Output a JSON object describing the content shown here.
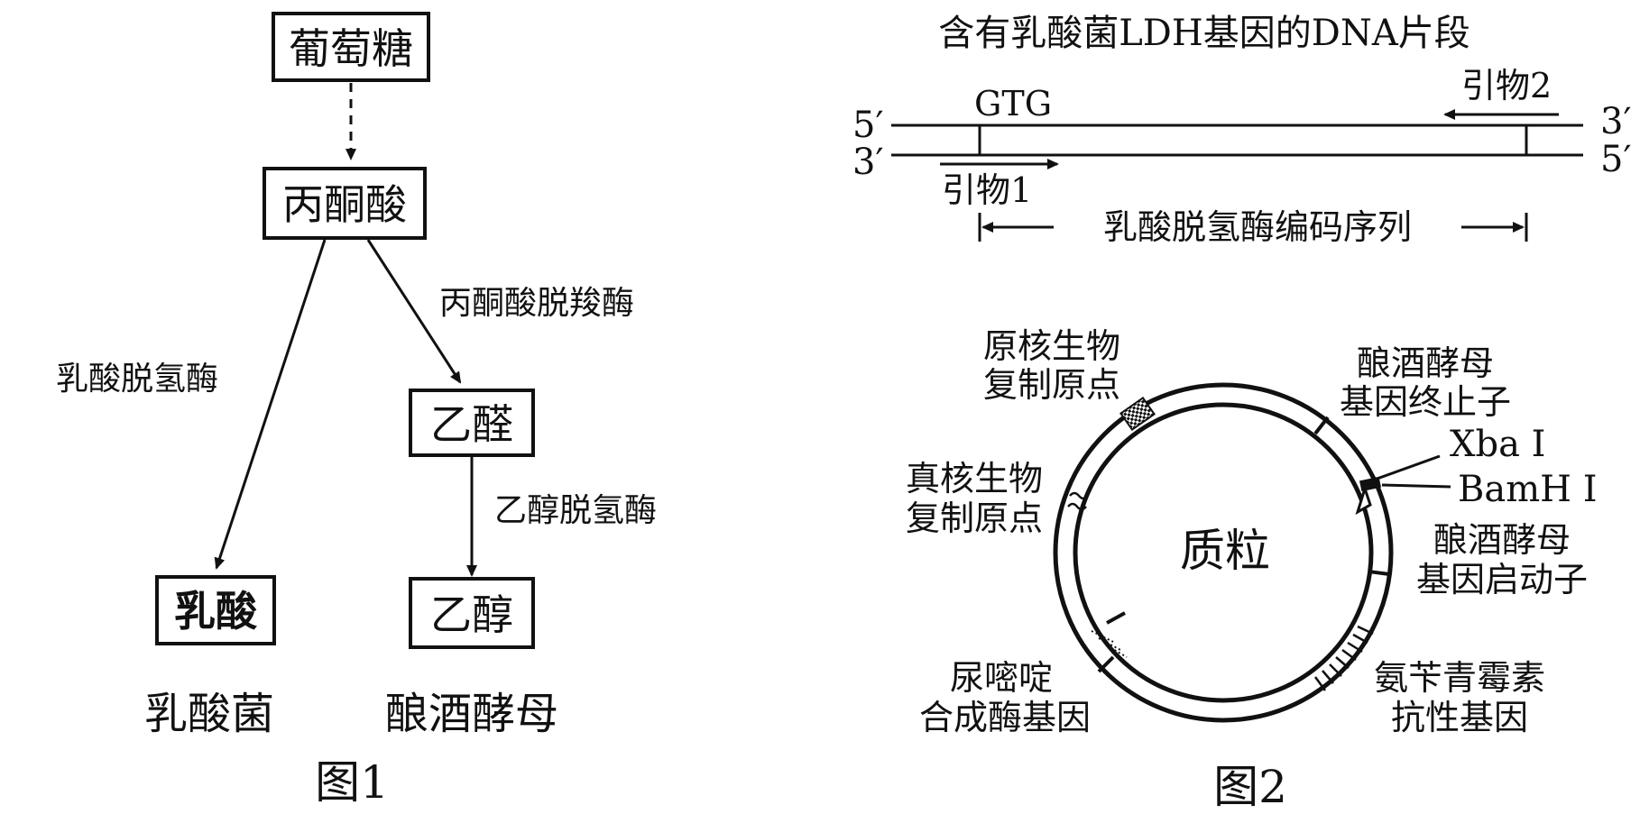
{
  "fig1": {
    "glucose": "葡萄糖",
    "pyruvate": "丙酮酸",
    "acetaldehyde": "乙醛",
    "lactic_acid": "乳酸",
    "ethanol": "乙醇",
    "enzyme_ldh": "乳酸脱氢酶",
    "enzyme_pdc": "丙酮酸脱羧酶",
    "enzyme_adh": "乙醇脱氢酶",
    "organism_left": "乳酸菌",
    "organism_right": "酿酒酵母",
    "caption": "图1"
  },
  "fig2": {
    "title": "含有乳酸菌LDH基因的DNA片段",
    "five_prime": "5′",
    "three_prime": "3′",
    "start_codon": "GTG",
    "primer1": "引物1",
    "primer2": "引物2",
    "coding_seq": "乳酸脱氢酶编码序列",
    "plasmid": "质粒",
    "ori_prok_1": "原核生物",
    "ori_prok_2": "复制原点",
    "ori_euk_1": "真核生物",
    "ori_euk_2": "复制原点",
    "terminator_1": "酿酒酵母",
    "terminator_2": "基因终止子",
    "xbai": "Xba I",
    "bamhi": "BamH I",
    "promoter_1": "酿酒酵母",
    "promoter_2": "基因启动子",
    "ura_1": "尿嘧啶",
    "ura_2": "合成酶基因",
    "amp_1": "氨苄青霉素",
    "amp_2": "抗性基因",
    "caption": "图2"
  }
}
